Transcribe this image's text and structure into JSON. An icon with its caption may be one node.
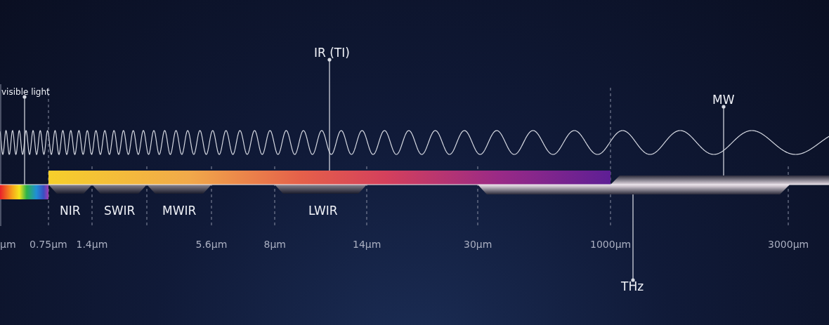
{
  "diagram": {
    "nodes": [
      {
        "text": [
          "visible light"
        ]
      },
      {
        "text": [
          "IR (TI)"
        ]
      },
      {
        "text": [
          "MW"
        ]
      },
      {
        "text": [
          "THz"
        ]
      },
      {
        "text": [],
        "shape": "bar"
      },
      {
        "text": [],
        "shape": "bar"
      },
      {
        "text": [],
        "shape": "bar"
      }
    ],
    "edges": [
      {
        "from": 0,
        "to": 4,
        "arrow": "other"
      },
      {
        "from": 1,
        "to": 5,
        "arrow": "other"
      },
      {
        "from": 2,
        "to": 6,
        "arrow": "other"
      },
      {
        "from": 3,
        "to": 6,
        "arrow": "other"
      }
    ],
    "labels": [
      "NIR",
      "SWIR",
      "MWIR",
      "LWIR",
      "μm",
      "0.75μm",
      "1.4μm",
      "5.6μm",
      "8μm",
      "14μm",
      "30μm",
      "1000μm",
      "3000μm"
    ]
  }
}
